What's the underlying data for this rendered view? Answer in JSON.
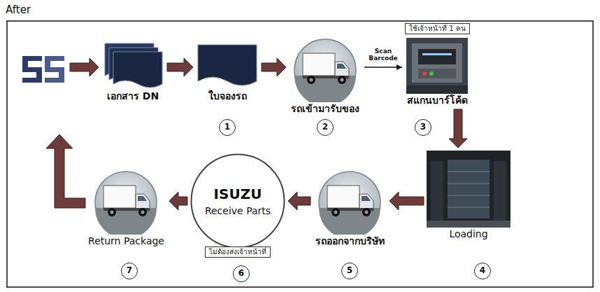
{
  "diagram": {
    "nodes": [
      {
        "text": [
          "เอกสาร DN"
        ]
      },
      {
        "text": [
          "ใบจองรถ"
        ]
      },
      {
        "text": [
          "รถเข้ามารับของ"
        ]
      },
      {
        "text": [
          "ใช้เจ้าหน้าที่ 1 คน"
        ]
      },
      {
        "text": [
          "สแกนบาร์โค้ด"
        ]
      },
      {
        "text": [
          "Loading"
        ]
      },
      {
        "text": [
          "รถออกจากบริษัท"
        ]
      },
      {
        "text": [
          "ISUZU",
          "Receive Parts"
        ]
      },
      {
        "text": [
          "ไม่ต้องส่งเจ้าหน้าที่"
        ]
      },
      {
        "text": [
          "Return Package"
        ]
      }
    ],
    "edges": [
      {
        "from": 0,
        "to": 1,
        "arrow": "to"
      },
      {
        "from": 1,
        "to": 2,
        "arrow": "to"
      },
      {
        "from": 2,
        "to": 4,
        "label": "Scan Barcode",
        "arrow": "to"
      },
      {
        "from": 4,
        "to": 5,
        "arrow": "to"
      },
      {
        "from": 5,
        "to": 6,
        "arrow": "to"
      },
      {
        "from": 6,
        "to": 7,
        "arrow": "to"
      },
      {
        "from": 7,
        "to": 9,
        "arrow": "to"
      }
    ],
    "labels": [
      "After",
      "1",
      "2",
      "3",
      "4",
      "5",
      "6",
      "7"
    ]
  }
}
